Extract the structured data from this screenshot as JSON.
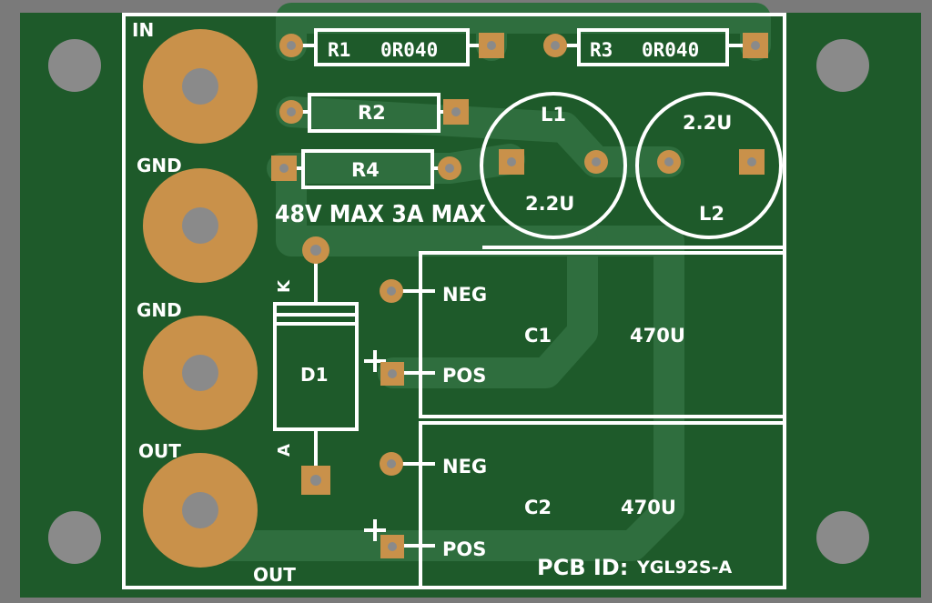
{
  "board": {
    "colors": {
      "background": "#7a7a7a",
      "solder_mask": "#1e5a2a",
      "copper_trace": "#2f6e3e",
      "pad": "#c9914a",
      "drill": "#8a8a8a",
      "silkscreen": "#ffffff"
    },
    "terminals": [
      "IN",
      "GND",
      "GND",
      "OUT"
    ],
    "bottom_label": "OUT",
    "resistors": [
      {
        "ref": "R1",
        "value": "0R040"
      },
      {
        "ref": "R3",
        "value": "0R040"
      },
      {
        "ref": "R2",
        "value": ""
      },
      {
        "ref": "R4",
        "value": ""
      }
    ],
    "rating": "48V MAX 3A MAX",
    "inductors": [
      {
        "ref": "L1",
        "value": "2.2U"
      },
      {
        "ref": "L2",
        "value": "2.2U"
      }
    ],
    "diode": {
      "ref": "D1",
      "cathode": "K",
      "anode": "A"
    },
    "capacitors": [
      {
        "ref": "C1",
        "value": "470U",
        "neg": "NEG",
        "pos": "POS",
        "plus": "+"
      },
      {
        "ref": "C2",
        "value": "470U",
        "neg": "NEG",
        "pos": "POS",
        "plus": "+"
      }
    ],
    "pcb_id": {
      "label": "PCB ID:",
      "value": "YGL92S-A"
    }
  }
}
